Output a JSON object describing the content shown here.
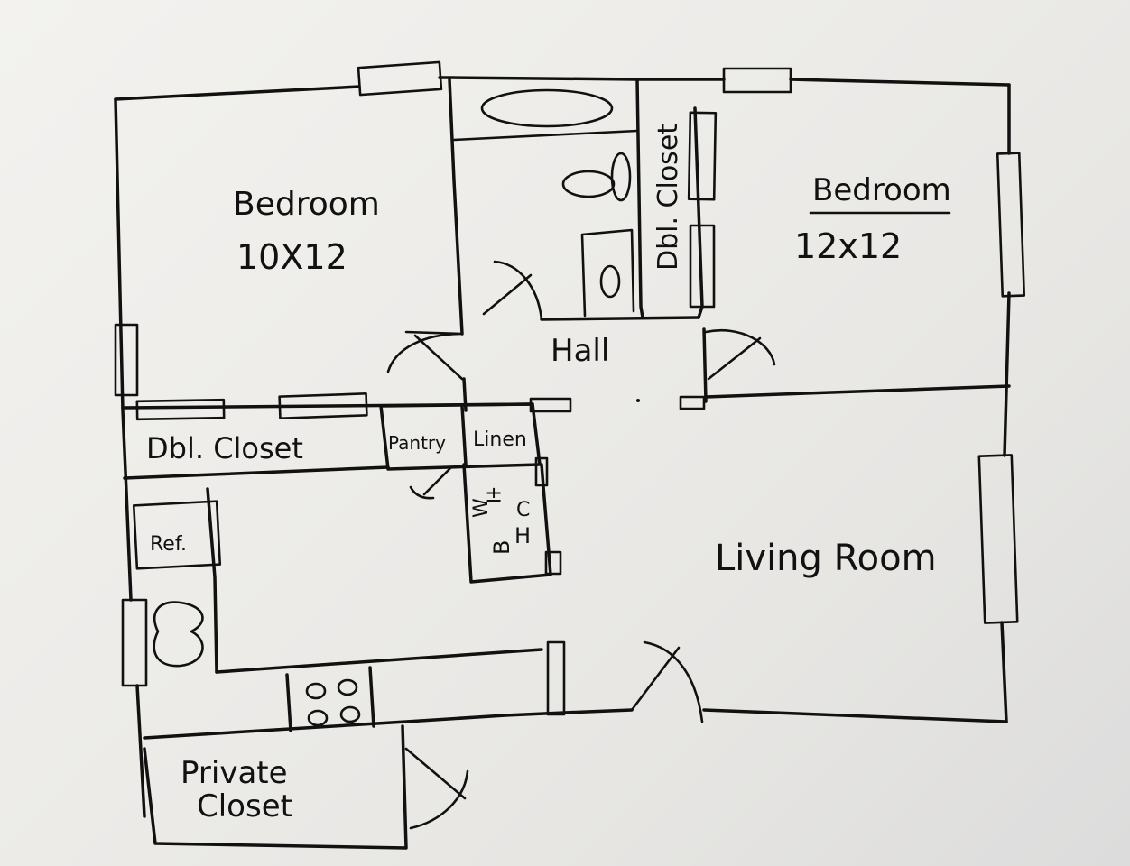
{
  "labels": {
    "bedroom_left": "Bedroom",
    "bedroom_left_size": "10X12",
    "bedroom_right": "Bedroom",
    "bedroom_right_size": "12x12",
    "dbl_closet_vertical": "Dbl. Closet",
    "hall": "Hall",
    "dbl_closet_horizontal": "Dbl. Closet",
    "pantry": "Pantry",
    "linen": "Linen",
    "appliance_chars": [
      "±",
      "W",
      "B",
      "C",
      "H"
    ],
    "refrigerator": "Ref.",
    "living_room": "Living Room",
    "private_closet_line1": "Private",
    "private_closet_line2": "Closet"
  },
  "colors": {
    "ink": "#111111",
    "paper": "#f1f0ed"
  }
}
